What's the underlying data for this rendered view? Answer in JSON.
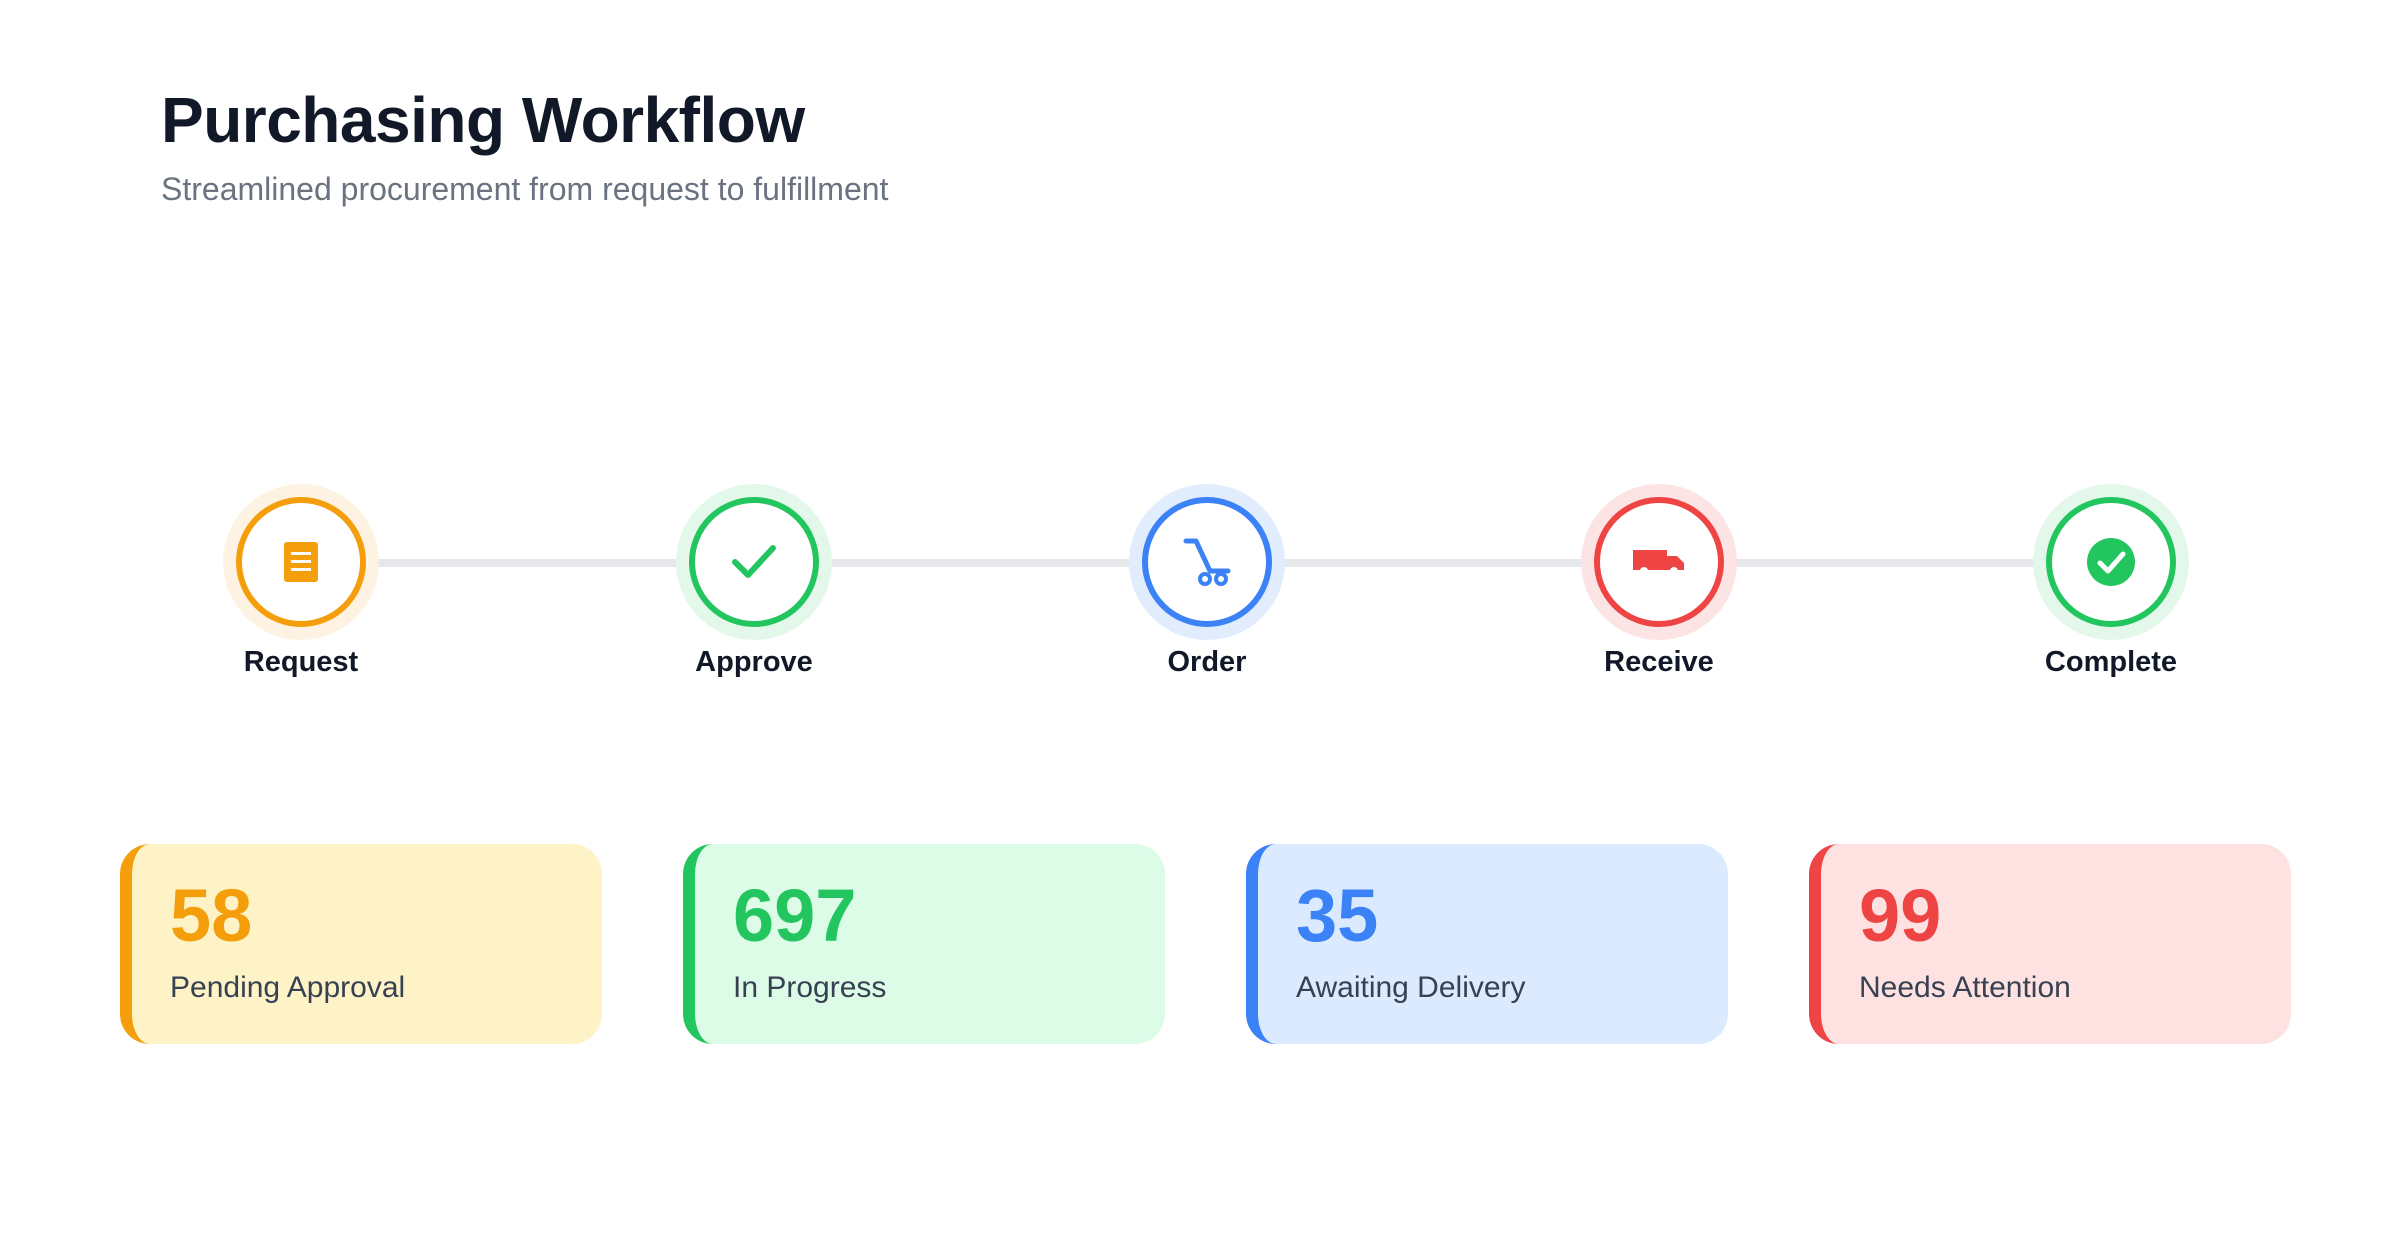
{
  "header": {
    "title": "Purchasing Workflow",
    "subtitle": "Streamlined procurement from request to fulfillment"
  },
  "steps": [
    {
      "label": "Request",
      "icon": "document-icon",
      "color": "#f59e0b",
      "halo": "#fef3e2"
    },
    {
      "label": "Approve",
      "icon": "checkmark-icon",
      "color": "#22c55e",
      "halo": "#e3f8ea"
    },
    {
      "label": "Order",
      "icon": "hand-truck-icon",
      "color": "#3b82f6",
      "halo": "#e1ecfd"
    },
    {
      "label": "Receive",
      "icon": "delivery-truck-icon",
      "color": "#ef4444",
      "halo": "#fde4e4"
    },
    {
      "label": "Complete",
      "icon": "check-circle-icon",
      "color": "#22c55e",
      "halo": "#e3f8ea"
    }
  ],
  "stats": [
    {
      "value": "58",
      "label": "Pending Approval",
      "color": "#f59e0b",
      "bg": "#fef3c7"
    },
    {
      "value": "697",
      "label": "In Progress",
      "color": "#22c55e",
      "bg": "#dcfce7"
    },
    {
      "value": "35",
      "label": "Awaiting Delivery",
      "color": "#3b82f6",
      "bg": "#dbeafe"
    },
    {
      "value": "99",
      "label": "Needs Attention",
      "color": "#ef4444",
      "bg": "#fee2e2"
    }
  ]
}
